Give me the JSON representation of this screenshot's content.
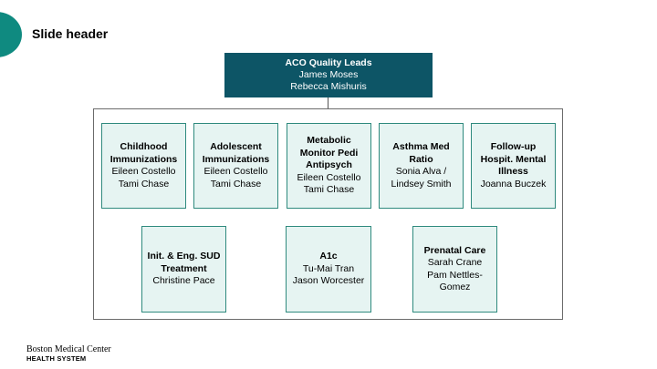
{
  "slide": {
    "title": "Slide header"
  },
  "colors": {
    "accent": "#0f8a80",
    "lead_box": "#0d5566",
    "node_fill": "#e6f4f2",
    "node_border": "#2f8a7e"
  },
  "lead": {
    "title": "ACO Quality Leads",
    "people": [
      "James Moses",
      "Rebecca Mishuris"
    ]
  },
  "nodes": [
    {
      "title": "Childhood Immunizations",
      "people": [
        "Eileen Costello",
        "Tami Chase"
      ]
    },
    {
      "title": "Adolescent Immunizations",
      "people": [
        "Eileen Costello",
        "Tami Chase"
      ]
    },
    {
      "title": "Metabolic Monitor Pedi Antipsych",
      "people": [
        "Eileen Costello",
        "Tami Chase"
      ]
    },
    {
      "title": "Asthma Med Ratio",
      "people": [
        "Sonia Alva /",
        "Lindsey Smith"
      ]
    },
    {
      "title": "Follow-up Hospit. Mental Illness",
      "people": [
        "Joanna Buczek"
      ]
    },
    {
      "title": "Init. & Eng. SUD Treatment",
      "people": [
        "Christine Pace"
      ]
    },
    {
      "title": "A1c",
      "people": [
        "Tu-Mai Tran",
        "Jason Worcester"
      ]
    },
    {
      "title": "Prenatal Care",
      "people": [
        "Sarah Crane",
        "Pam Nettles-Gomez"
      ]
    }
  ],
  "logo": {
    "line1": "Boston Medical Center",
    "line2": "HEALTH SYSTEM"
  }
}
